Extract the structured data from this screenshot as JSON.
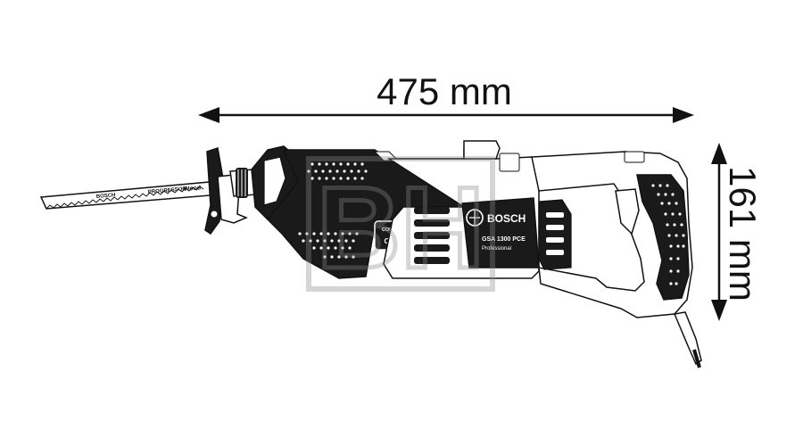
{
  "dimensions": {
    "length": "475 mm",
    "height": "161 mm"
  },
  "product": {
    "brand": "BOSCH",
    "model": "GSA 1300 PCE",
    "line": "Professional",
    "badge_top": "CONSTANT",
    "badge_bottom": "ORBIT"
  },
  "blade": {
    "brand": "BOSCH",
    "type": "PROGRESSOR",
    "material": "Wood"
  },
  "colors": {
    "line": "#111111",
    "body": "#1a1a1a",
    "watermark": "#9a9a9a"
  }
}
